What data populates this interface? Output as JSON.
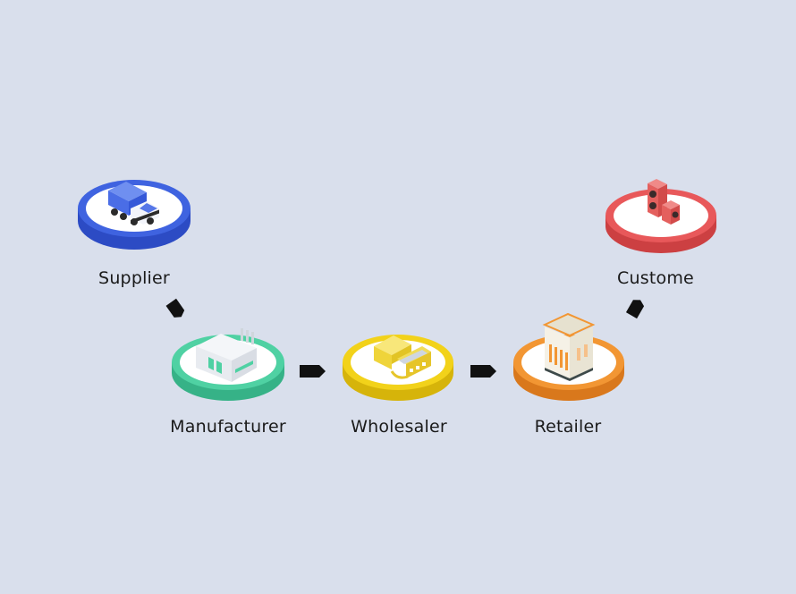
{
  "diagram": {
    "title": "Supply chain flow",
    "nodes": [
      {
        "id": "supplier",
        "label": "Supplier",
        "icon": "truck-icon",
        "color": "#3f63e0",
        "dark": "#2c4bc4"
      },
      {
        "id": "manufacturer",
        "label": "Manufacturer",
        "icon": "factory-icon",
        "color": "#4fd1a3",
        "dark": "#36b287"
      },
      {
        "id": "wholesaler",
        "label": "Wholesaler",
        "icon": "warehouse-icon",
        "color": "#f2d21a",
        "dark": "#d6b40a"
      },
      {
        "id": "retailer",
        "label": "Retailer",
        "icon": "store-icon",
        "color": "#f29633",
        "dark": "#d9781c"
      },
      {
        "id": "customer",
        "label": "Custome",
        "icon": "speakers-icon",
        "color": "#e8585a",
        "dark": "#cc4042"
      }
    ],
    "edges": [
      {
        "from": "supplier",
        "to": "manufacturer"
      },
      {
        "from": "manufacturer",
        "to": "wholesaler"
      },
      {
        "from": "wholesaler",
        "to": "retailer"
      },
      {
        "from": "retailer",
        "to": "customer"
      }
    ]
  }
}
